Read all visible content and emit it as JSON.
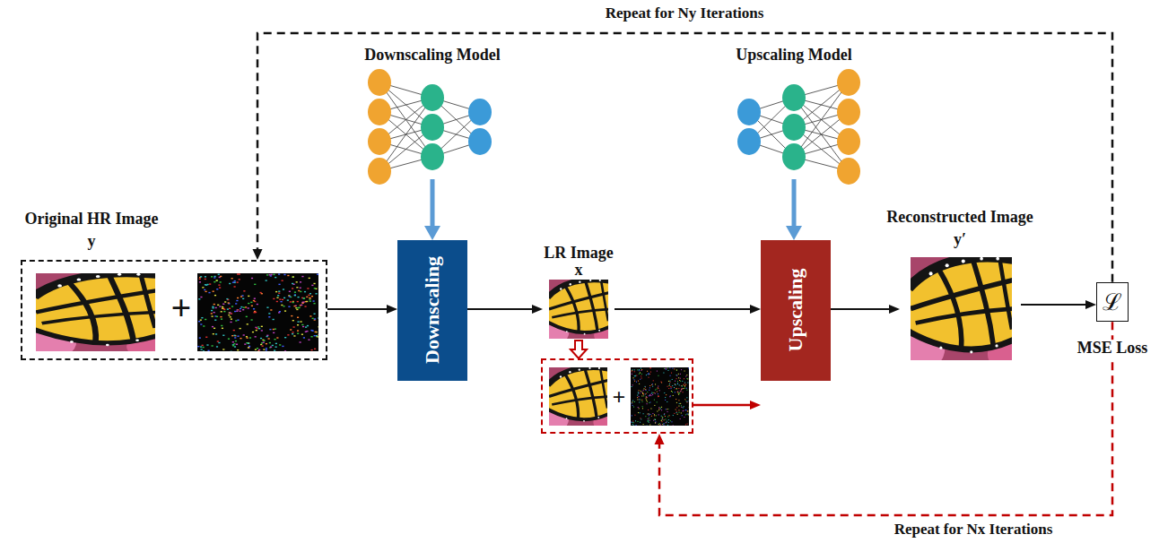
{
  "diagram": {
    "nodes": [
      {
        "text": [
          "Original HR Image",
          "y",
          "+"
        ]
      },
      {
        "text": [
          "Downscaling Model"
        ]
      },
      {
        "text": [
          "Downscaling"
        ]
      },
      {
        "text": [
          "LR Image",
          "x"
        ]
      },
      {
        "text": [
          "+"
        ]
      },
      {
        "text": [
          "Upscaling Model"
        ]
      },
      {
        "text": [
          "Upscaling"
        ]
      },
      {
        "text": [
          "Reconstructed Image",
          "y′"
        ]
      },
      {
        "text": [
          "ℒ",
          "MSE Loss"
        ]
      }
    ],
    "edges": [
      {
        "from": 0,
        "to": 2,
        "arrow": "to"
      },
      {
        "from": 1,
        "to": 2,
        "arrow": "to"
      },
      {
        "from": 2,
        "to": 3,
        "arrow": "to"
      },
      {
        "from": 3,
        "to": 6,
        "arrow": "to"
      },
      {
        "from": 3,
        "to": 4,
        "arrow": "to"
      },
      {
        "from": 4,
        "to": 6,
        "arrow": "to"
      },
      {
        "from": 5,
        "to": 6,
        "arrow": "to"
      },
      {
        "from": 6,
        "to": 7,
        "arrow": "to"
      },
      {
        "from": 7,
        "to": 8,
        "arrow": "to"
      },
      {
        "from": 8,
        "to": 0,
        "label": "Repeat for Ny Iterations",
        "arrow": "to"
      },
      {
        "from": 8,
        "to": 4,
        "label": "Repeat for Nx Iterations",
        "arrow": "to"
      }
    ]
  }
}
